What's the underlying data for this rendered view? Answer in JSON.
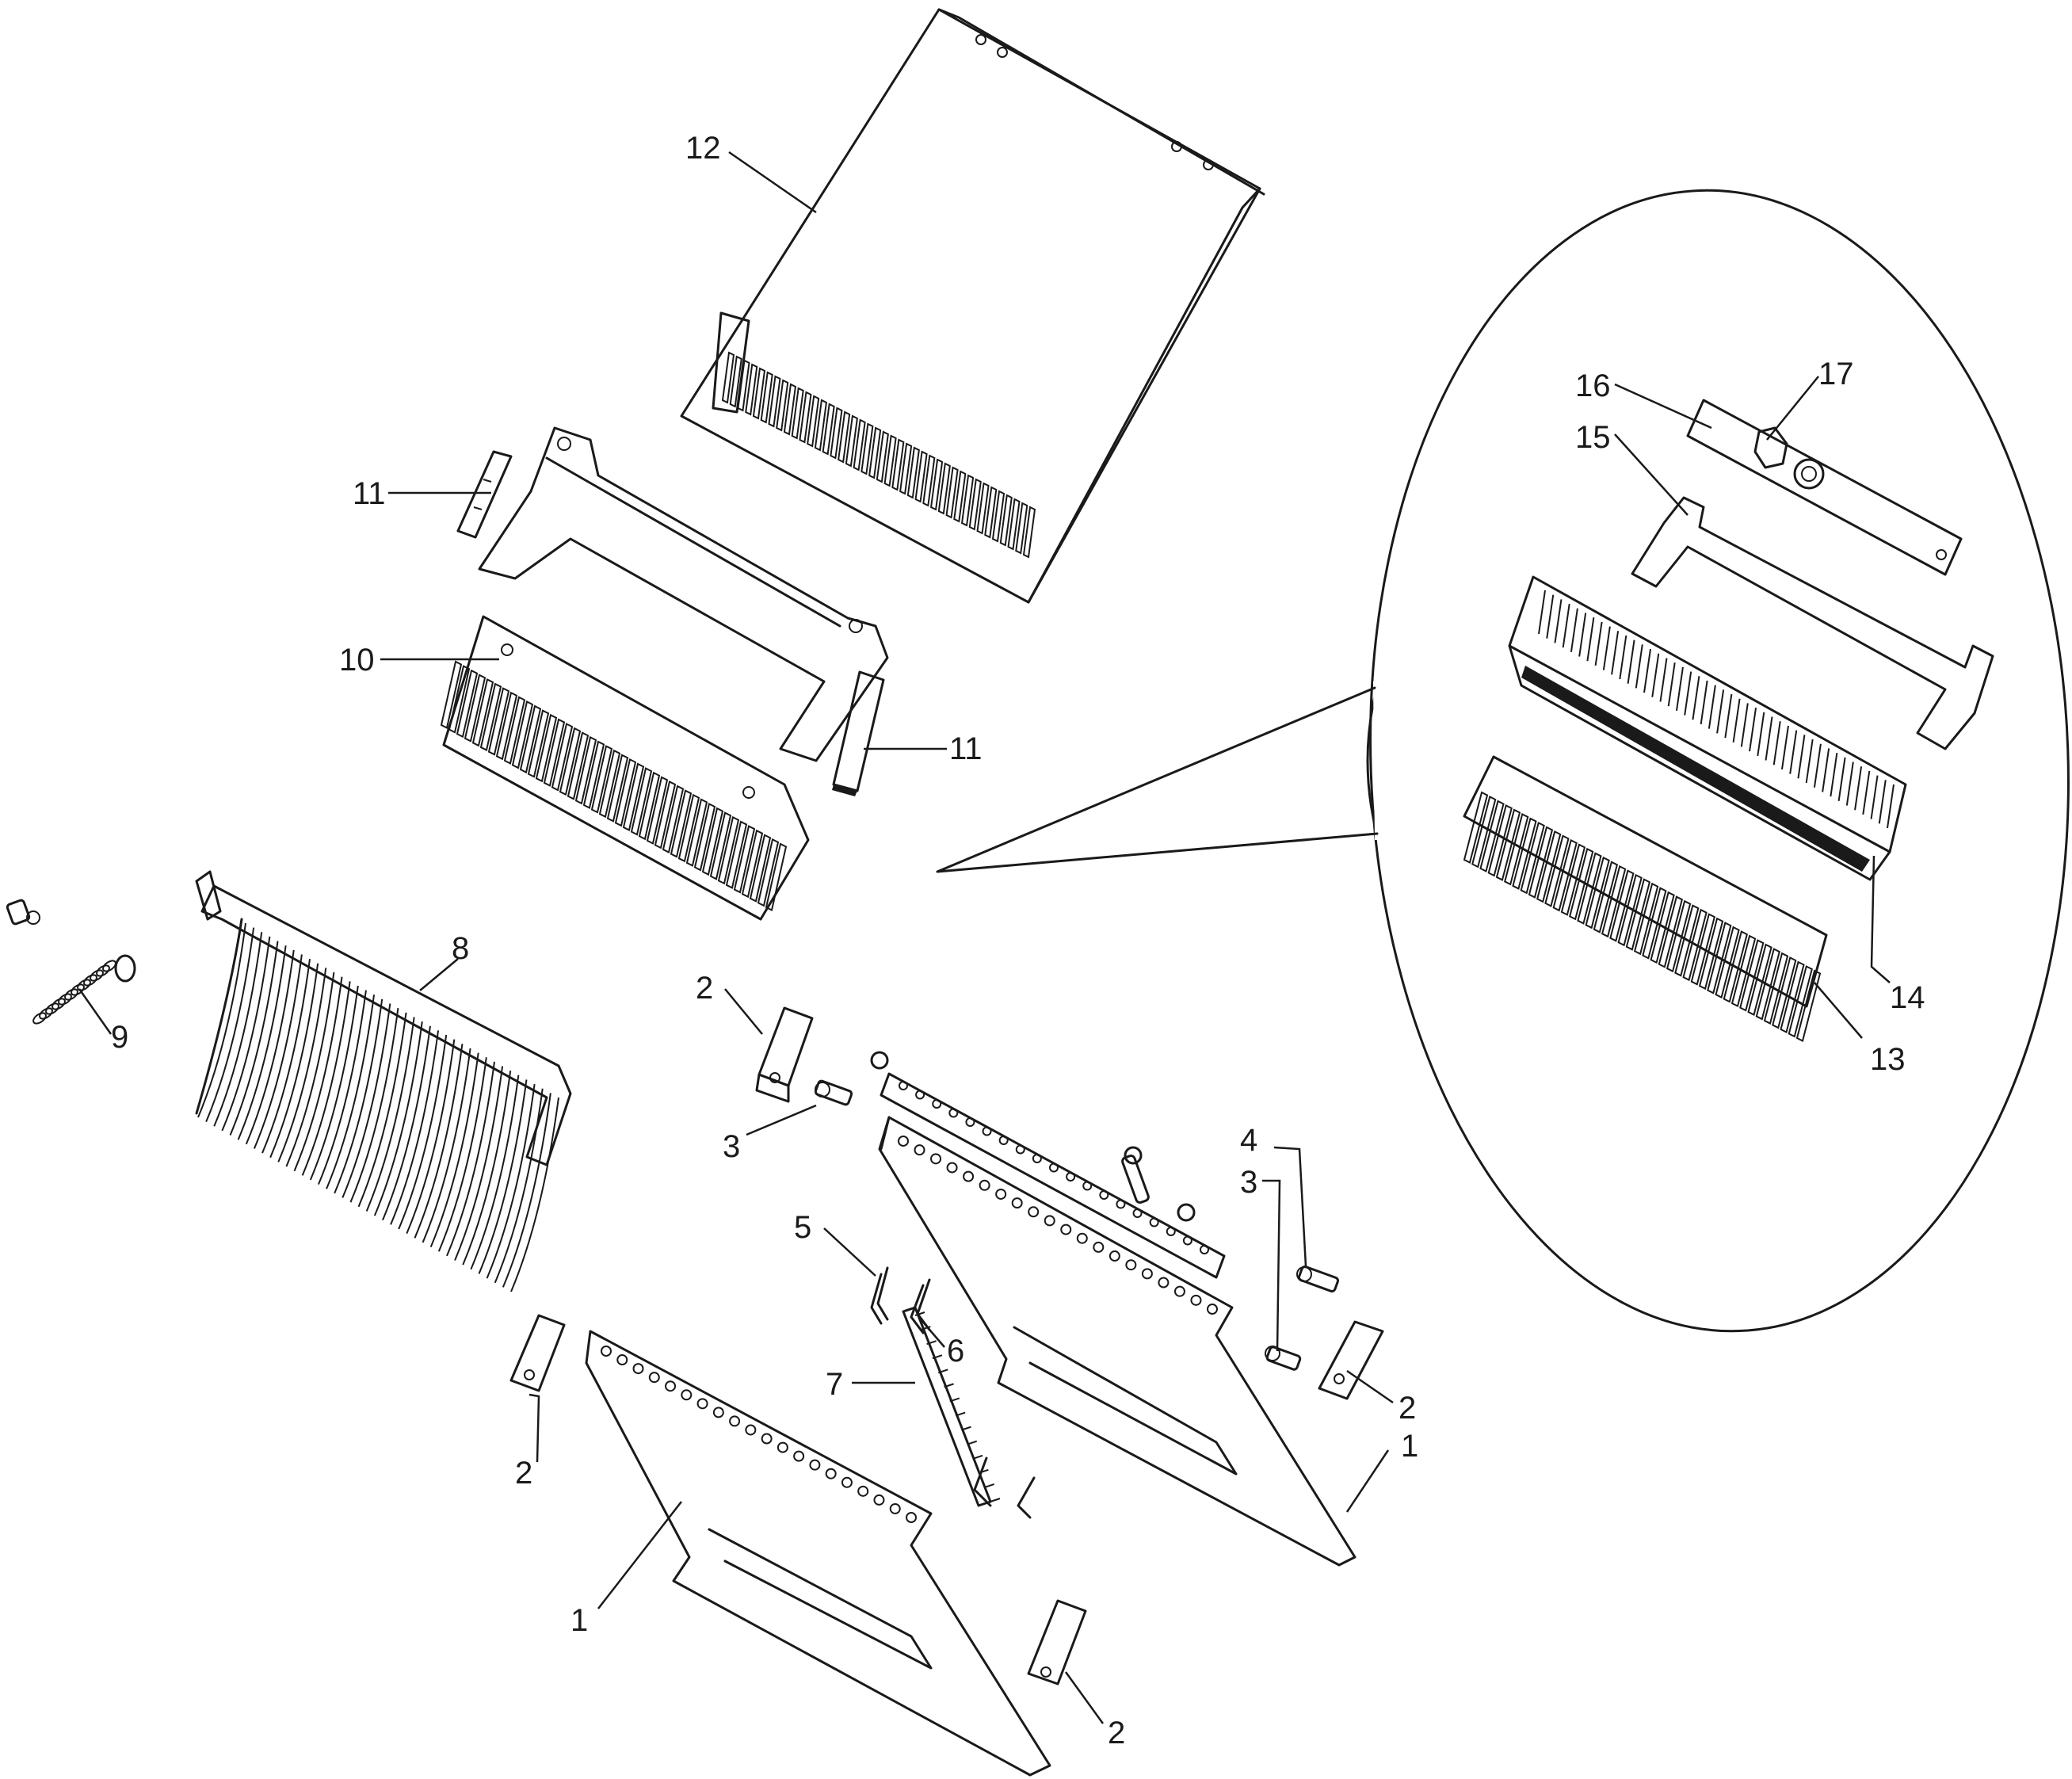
{
  "callouts": [
    {
      "id": "c12",
      "label": "12"
    },
    {
      "id": "c11a",
      "label": "11"
    },
    {
      "id": "c11b",
      "label": "11"
    },
    {
      "id": "c10",
      "label": "10"
    },
    {
      "id": "c8",
      "label": "8"
    },
    {
      "id": "c9",
      "label": "9"
    },
    {
      "id": "c2a",
      "label": "2"
    },
    {
      "id": "c3a",
      "label": "3"
    },
    {
      "id": "c4",
      "label": "4"
    },
    {
      "id": "c3b",
      "label": "3"
    },
    {
      "id": "c5",
      "label": "5"
    },
    {
      "id": "c6",
      "label": "6"
    },
    {
      "id": "c7",
      "label": "7"
    },
    {
      "id": "c2b",
      "label": "2"
    },
    {
      "id": "c2c",
      "label": "2"
    },
    {
      "id": "c1a",
      "label": "1"
    },
    {
      "id": "c1b",
      "label": "1"
    },
    {
      "id": "c2d",
      "label": "2"
    },
    {
      "id": "c16",
      "label": "16"
    },
    {
      "id": "c17",
      "label": "17"
    },
    {
      "id": "c15",
      "label": "15"
    },
    {
      "id": "c14",
      "label": "14"
    },
    {
      "id": "c13",
      "label": "13"
    }
  ],
  "colors": {
    "line": "#1a1a1a",
    "background": "#ffffff"
  }
}
